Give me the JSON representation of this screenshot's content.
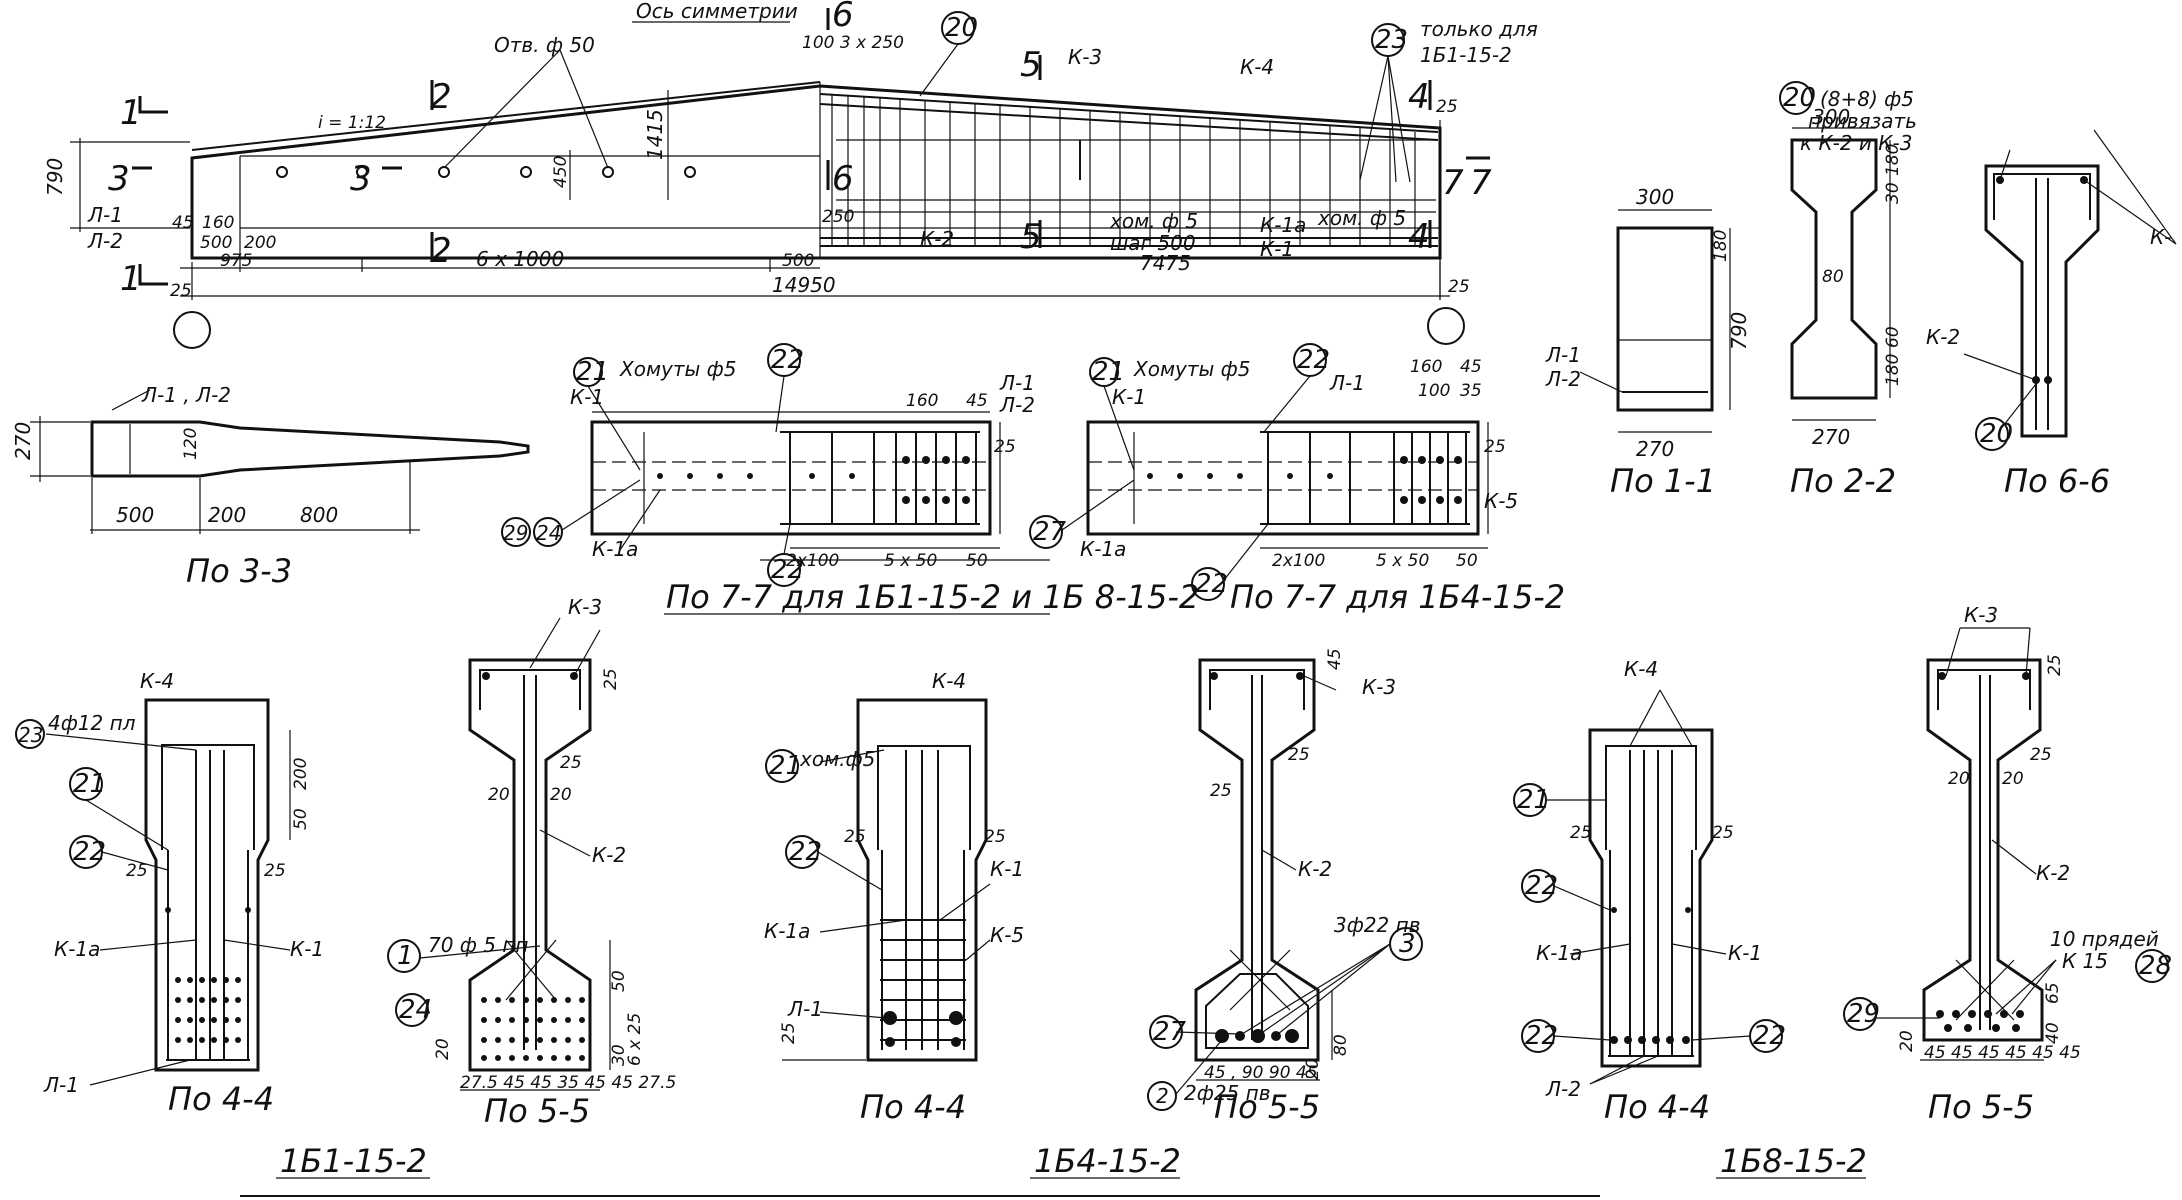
{
  "top_view": {
    "axis_label": "Ось симметрии",
    "holes_label": "Отв. ф 50",
    "slope_label": "i = 1:12",
    "only_for_label": "только для",
    "only_for_value": "1Б1-15-2",
    "bars_note": "(8+8) ф5",
    "bars_note_2": "привязать",
    "bars_note_3": "к К-2 и К-3",
    "stirrups_label": "хом. ф 5",
    "step_label": "шаг 500",
    "dims": {
      "top_step": "100 3 x 250",
      "h790": "790",
      "h1415": "1415",
      "d450": "450",
      "d250": "250",
      "d160": "160",
      "d45": "45",
      "d500": "500",
      "d200": "200",
      "d975": "975",
      "d6x1000": "6 x 1000",
      "d500b": "500",
      "d7475": "7475",
      "d14950": "14950",
      "d25": "25"
    },
    "markers": [
      "1",
      "1",
      "2",
      "2",
      "3",
      "3",
      "4",
      "4",
      "5",
      "5",
      "6",
      "6",
      "7",
      "7"
    ],
    "callouts": [
      "20",
      "23",
      "20"
    ],
    "labels": {
      "k1": "К-1",
      "k1a": "К-1а",
      "k2": "К-2",
      "k3": "К-3",
      "k4": "К-4",
      "l1": "Л-1",
      "l2": "Л-2"
    }
  },
  "sections_1_2_6": {
    "s11": {
      "title": "По 1-1",
      "w_top": "300",
      "w_bot": "270",
      "h": "790",
      "h180": "180",
      "l1": "Л-1",
      "l2": "Л-2"
    },
    "s22": {
      "title": "По 2-2",
      "w_top": "300",
      "w_bot": "270",
      "d30": "30",
      "d180a": "180",
      "d80": "80",
      "d180b": "180",
      "d60": "60"
    },
    "s66": {
      "title": "По 6-6",
      "k2": "К-2",
      "k_right": "К-",
      "c20a": "20",
      "c20b": "20"
    }
  },
  "section_3_3": {
    "title": "По 3-3",
    "label": "Л-1 , Л-2",
    "h270": "270",
    "d120": "120",
    "d500": "500",
    "d200": "200",
    "d800": "800"
  },
  "section_7_7_a": {
    "title": "По 7-7 для 1Б1-15-2 и 1Б 8-15-2",
    "stirrups": "Хомуты ф5",
    "k1": "К-1",
    "k1a": "К-1а",
    "l1": "Л-1",
    "l2": "Л-2",
    "d160": "160",
    "d45": "45",
    "d25": "25",
    "d2x100": "2x100",
    "d5x50": "5 x 50",
    "d50": "50",
    "callouts": [
      "21",
      "22",
      "22",
      "29",
      "24"
    ]
  },
  "section_7_7_b": {
    "title": "По 7-7 для 1Б4-15-2",
    "stirrups": "Хомуты ф5",
    "k1": "К-1",
    "k1a": "К-1а",
    "k5": "К-5",
    "l1": "Л-1",
    "d160": "160",
    "d45": "45",
    "d100": "100",
    "d35": "35",
    "d25": "25",
    "d2x100": "2x100",
    "d5x50": "5 x 50",
    "d50": "50",
    "callouts": [
      "21",
      "22",
      "27",
      "22"
    ]
  },
  "group_1b1": {
    "title": "1Б1-15-2",
    "s44": {
      "title": "По 4-4",
      "bars": "4ф12 пл",
      "k4": "К-4",
      "k1": "К-1",
      "k1a": "К-1а",
      "l1": "Л-1",
      "d25a": "25",
      "d25b": "25",
      "d200": "200",
      "d50": "50",
      "callouts": [
        "23",
        "21",
        "22"
      ]
    },
    "s55": {
      "title": "По 5-5",
      "k3": "К-3",
      "k2": "К-2",
      "wires": "70 ф 5 пп",
      "d25a": "25",
      "d25b": "25",
      "d20a": "20",
      "d20b": "20",
      "d50": "50",
      "d30": "30",
      "d6x25": "6 x 25",
      "d20": "20",
      "bottom": "27.5 45 45 35 45 45 27.5",
      "callouts": [
        "1",
        "24"
      ]
    }
  },
  "group_1b4": {
    "title": "1Б4-15-2",
    "s44": {
      "title": "По 4-4",
      "stirrups": "хом.ф5",
      "k4": "К-4",
      "k1": "К-1",
      "k1a": "К-1а",
      "k5": "К-5",
      "l1": "Л-1",
      "d25a": "25",
      "d25b": "25",
      "d25c": "25",
      "callouts": [
        "21",
        "22"
      ]
    },
    "s55": {
      "title": "По 5-5",
      "k3": "К-3",
      "k2": "К-2",
      "bars_top": "3ф22 пв",
      "bars_bot": "2ф25 пв",
      "d45": "45",
      "d25": "25",
      "d25b": "25",
      "d20": "20",
      "d80": "80",
      "bottom": "45 , 90   90   45",
      "callouts": [
        "3",
        "27",
        "2"
      ]
    }
  },
  "group_1b8": {
    "title": "1Б8-15-2",
    "s44": {
      "title": "По 4-4",
      "k4": "К-4",
      "k1": "К-1",
      "k1a": "К-1а",
      "l2": "Л-2",
      "d25a": "25",
      "d25b": "25",
      "callouts": [
        "21",
        "22",
        "22",
        "22"
      ]
    },
    "s55": {
      "title": "По 5-5",
      "k3": "К-3",
      "k2": "К-2",
      "strands": "10 прядей",
      "strands_2": "К 15",
      "d25": "25",
      "d20a": "20",
      "d20b": "20",
      "d25b": "25",
      "d65": "65",
      "d40": "40",
      "d20": "20",
      "bottom": "45 45 45 45 45 45",
      "callouts": [
        "28",
        "29"
      ]
    }
  }
}
